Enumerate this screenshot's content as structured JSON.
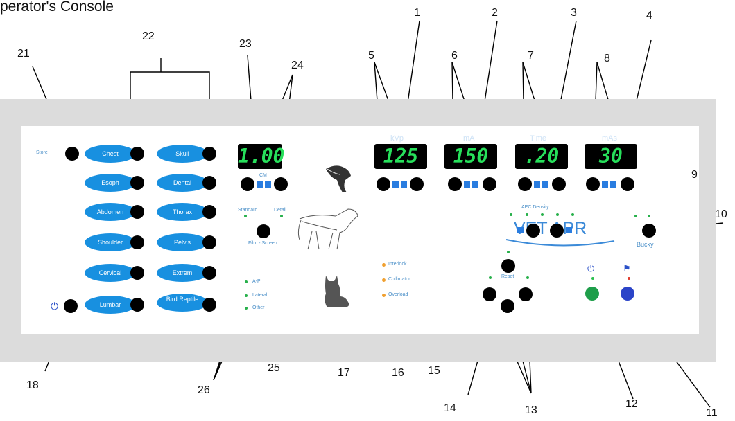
{
  "title": "perator's Console",
  "callouts": [
    "1",
    "2",
    "3",
    "4",
    "5",
    "6",
    "7",
    "8",
    "9",
    "10",
    "11",
    "12",
    "13",
    "14",
    "15",
    "16",
    "17",
    "18",
    "21",
    "22",
    "23",
    "24",
    "25",
    "26"
  ],
  "panel": {
    "store_label": "Store",
    "body_parts_left": [
      "Chest",
      "Esoph",
      "Abdomen",
      "Shoulder",
      "Cervical",
      "Lumbar"
    ],
    "body_parts_right": [
      "Skull",
      "Dental",
      "Thorax",
      "Pelvis",
      "Extrem",
      "Bird Reptile"
    ],
    "cm_display": "1.00",
    "cm_label": "CM",
    "kvp_label": "kVp",
    "kvp_value": "125",
    "ma_label": "mA",
    "ma_value": "150",
    "time_label": "Time",
    "time_value": ".20",
    "mas_label": "mAs",
    "mas_value": "30",
    "film_screen_label": "Film - Screen",
    "film_standard": "Standard",
    "film_detail": "Detail",
    "brand": "VET APR",
    "aec_label": "AEC Density",
    "bucky_label": "Bucky",
    "interlock_label": "Interlock",
    "collimator_label": "Collimator",
    "overload_label": "Overload",
    "reset_label": "Reset",
    "view_ap": "A-P",
    "view_lateral": "Lateral",
    "view_other": "Other",
    "colors": {
      "oval": "#1890e0",
      "led": "#27e05b",
      "panel_frame": "#dcdcdc",
      "prep_button": "#1e9e4a",
      "expose_button": "#2b44c8"
    }
  }
}
